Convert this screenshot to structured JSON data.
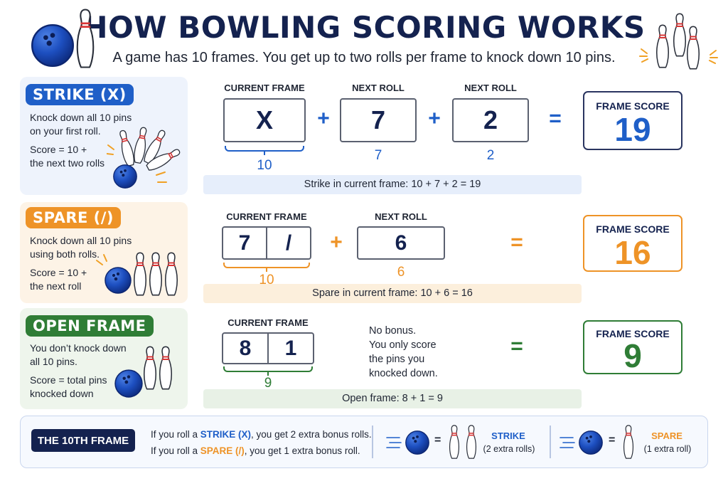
{
  "title": "HOW BOWLING SCORING WORKS",
  "subtitle": "A game has 10 frames. You get up to two rolls per frame to knock down 10 pins.",
  "colors": {
    "navy": "#14224f",
    "blue": "#1f5fc8",
    "orange": "#ee9327",
    "green": "#2f7d36"
  },
  "icons": [
    "bowling-ball-icon",
    "bowling-pin-icon",
    "impact-lines-icon"
  ],
  "strike": {
    "badge": "STRIKE (X)",
    "desc1a": "Knock down all 10 pins",
    "desc1b": "on your first roll.",
    "desc2a": "Score = 10 +",
    "desc2b": "the next two rolls",
    "head_current": "CURRENT FRAME",
    "head_next1": "NEXT ROLL",
    "head_next2": "NEXT ROLL",
    "box1": "X",
    "box2": "7",
    "box3": "2",
    "plus1": "+",
    "plus2": "+",
    "equals": "=",
    "under1": "10",
    "under2": "7",
    "under3": "2",
    "equation": "Strike in current frame: 10 + 7 + 2 = 19",
    "score_label": "FRAME SCORE",
    "score_value": "19"
  },
  "spare": {
    "badge": "SPARE (/)",
    "desc1a": "Knock down all 10 pins",
    "desc1b": "using both rolls.",
    "desc2a": "Score = 10 +",
    "desc2b": "the next roll",
    "head_current": "CURRENT FRAME",
    "head_next": "NEXT ROLL",
    "cell1": "7",
    "cell2": "/",
    "box": "6",
    "plus": "+",
    "equals": "=",
    "under1": "10",
    "under2": "6",
    "equation": "Spare in current frame: 10 + 6 = 16",
    "score_label": "FRAME SCORE",
    "score_value": "16"
  },
  "open": {
    "badge": "OPEN FRAME",
    "desc1a": "You don’t knock down",
    "desc1b": "all 10 pins.",
    "desc2a": "Score = total pins",
    "desc2b": "knocked down",
    "head_current": "CURRENT FRAME",
    "cell1": "8",
    "cell2": "1",
    "note1": "No bonus.",
    "note2": "You only score",
    "note3": "the pins you",
    "note4": "knocked down.",
    "equals": "=",
    "under": "9",
    "equation": "Open frame:  8 + 1 = 9",
    "score_label": "FRAME SCORE",
    "score_value": "9"
  },
  "tenth": {
    "label": "THE 10TH FRAME",
    "rule1_pre": "If you roll a ",
    "rule1_key": "STRIKE (X)",
    "rule1_post": ", you get 2 extra bonus rolls.",
    "rule2_pre": "If you roll a ",
    "rule2_key": "SPARE (/)",
    "rule2_post": ", you get 1 extra bonus roll.",
    "legend_eq1": "=",
    "legend_eq2": "=",
    "strike_title": "STRIKE",
    "strike_sub": "(2 extra rolls)",
    "spare_title": "SPARE",
    "spare_sub": "(1 extra roll)"
  }
}
